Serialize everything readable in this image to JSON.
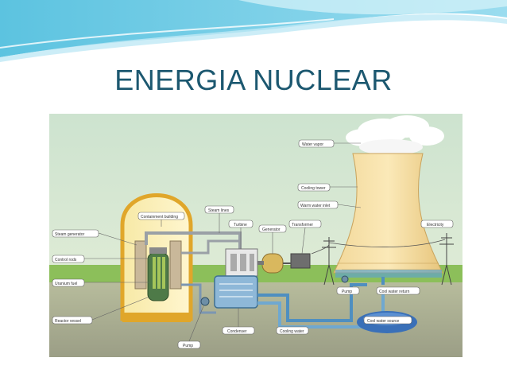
{
  "slide": {
    "title": "ENERGIA NUCLEAR"
  },
  "diagram": {
    "labels": {
      "water_vapor": "Water vapor",
      "cooling_tower": "Cooling tower",
      "warm_water_inlet": "Warm water inlet",
      "electricity": "Electricity",
      "containment_building": "Containment building",
      "steam_lines": "Steam lines",
      "steam_generator": "Steam generator",
      "turbine": "Turbine",
      "generator": "Generator",
      "transformer": "Transformer",
      "control_rods": "Control rods",
      "uranium_fuel": "Uranium fuel",
      "reactor_vessel": "Reactor vessel",
      "pump": "Pump",
      "condenser": "Condenser",
      "cooling_water": "Cooling water",
      "pump_right": "Pump",
      "cool_water_return": "Cool water return",
      "cool_water_source": "Cool water source"
    }
  }
}
